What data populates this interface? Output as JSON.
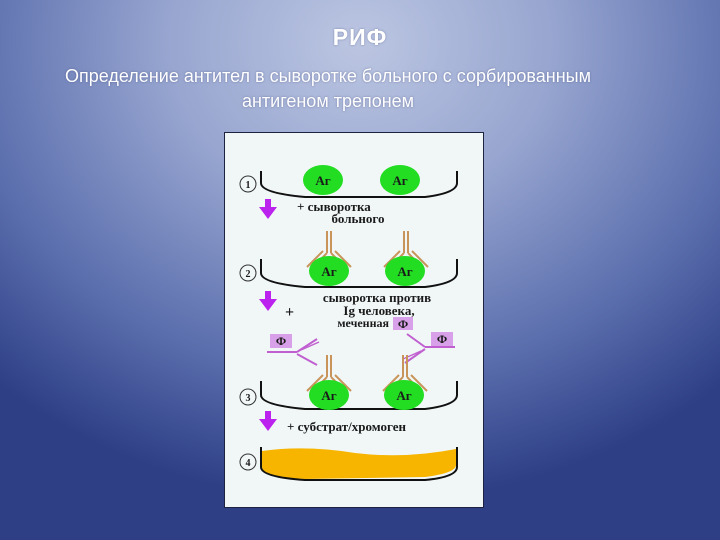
{
  "slide": {
    "title": "РИФ",
    "subtitle_line1": "Определение антител в сыворотке больного с сорбированным",
    "subtitle_line2": "антигеном трепонем"
  },
  "diagram": {
    "antigen_label": "Аг",
    "fluor_label": "Ф",
    "steps": [
      {
        "number": "1",
        "reagent_line1": "+ сыворотка",
        "reagent_line2": "больного"
      },
      {
        "number": "2",
        "reagent_line1": "сыворотка против",
        "reagent_line2": "Ig человека,",
        "reagent_line3": "меченная",
        "plus": "+"
      },
      {
        "number": "3",
        "reagent_line1": "+ субстрат/хромоген"
      },
      {
        "number": "4"
      }
    ],
    "colors": {
      "antigen": "#22dd22",
      "arrow": "#bb22ee",
      "antibody": "#c8945a",
      "labeled_antibody": "#c060d0",
      "fluor_box": "#d8a0e8",
      "chromogen": "#f7b500"
    }
  }
}
